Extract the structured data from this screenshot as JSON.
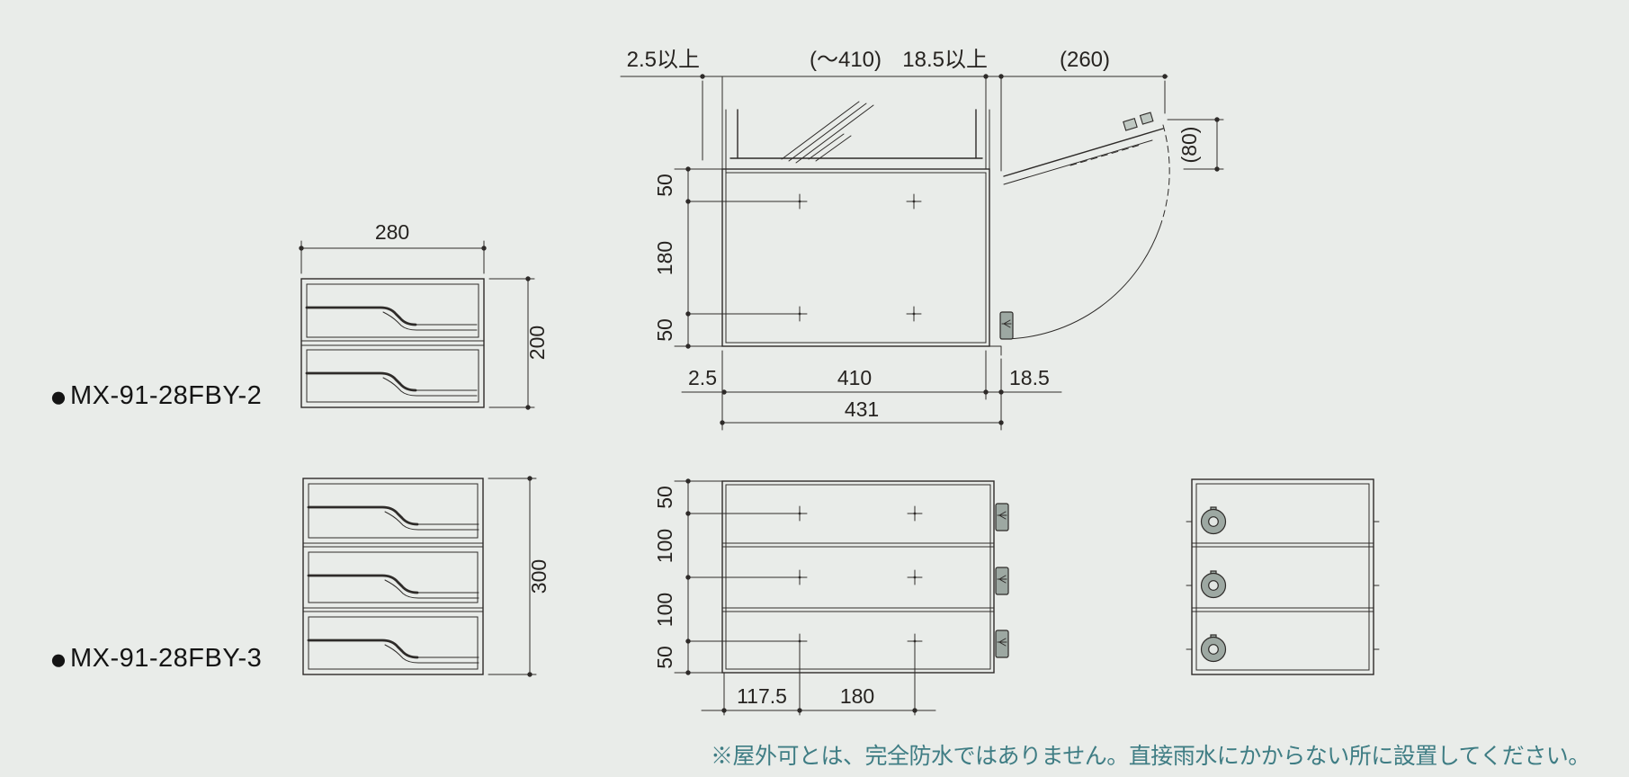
{
  "products": [
    {
      "bullet": "●",
      "model": "MX-91-28FBY-2"
    },
    {
      "bullet": "●",
      "model": "MX-91-28FBY-3"
    }
  ],
  "front_view_2": {
    "width": "280",
    "height": "200"
  },
  "front_view_3": {
    "height": "300"
  },
  "top_view": {
    "top_dims": {
      "rear_gap": "2.5以上",
      "wall": "(～410)",
      "front_gap": "18.5以上",
      "door_swing": "(260)",
      "door_height": "(80)"
    },
    "left_dims": [
      "50",
      "180",
      "50"
    ],
    "bottom_dims": {
      "rear": "2.5",
      "body": "410",
      "front": "18.5",
      "total": "431"
    }
  },
  "side_view_3": {
    "left_dims": [
      "50",
      "100",
      "100",
      "50"
    ],
    "bottom_dims": [
      "117.5",
      "180"
    ]
  },
  "note": "※屋外可とは、完全防水ではありません。直接雨水にかからない所に設置してください。",
  "colors": {
    "background": "#e9ece9",
    "line": "#2e2b29",
    "hardware": "#9da8a2",
    "note_text": "#3f7d84",
    "label_text": "#141414"
  }
}
